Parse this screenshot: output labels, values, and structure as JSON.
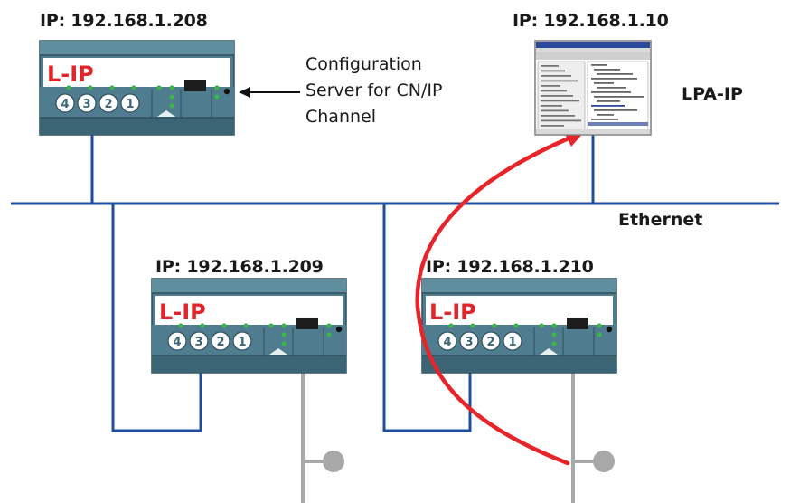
{
  "diagram": {
    "devices": [
      {
        "id": "lip-208",
        "ip_label": "IP: 192.168.1.208",
        "device_label": "L-IP",
        "ports": [
          "4",
          "3",
          "2",
          "1"
        ]
      },
      {
        "id": "lip-209",
        "ip_label": "IP: 192.168.1.209",
        "device_label": "L-IP",
        "ports": [
          "4",
          "3",
          "2",
          "1"
        ]
      },
      {
        "id": "lip-210",
        "ip_label": "IP: 192.168.1.210",
        "device_label": "L-IP",
        "ports": [
          "4",
          "3",
          "2",
          "1"
        ]
      }
    ],
    "pc": {
      "ip_label": "IP: 192.168.1.10",
      "name": "LPA-IP"
    },
    "note_lines": [
      "Configuration",
      "Server for CN/IP",
      "Channel"
    ],
    "network_label": "Ethernet",
    "colors": {
      "wire": "#1f4e9c",
      "device_body": "#4f7c8e",
      "device_dark": "#3b6474",
      "device_top": "#5f8f9f",
      "device_label_red": "#e0262b",
      "led_green": "#39b54a",
      "arrow_red": "#e8242b",
      "tap_gray": "#a8a8a8"
    }
  }
}
